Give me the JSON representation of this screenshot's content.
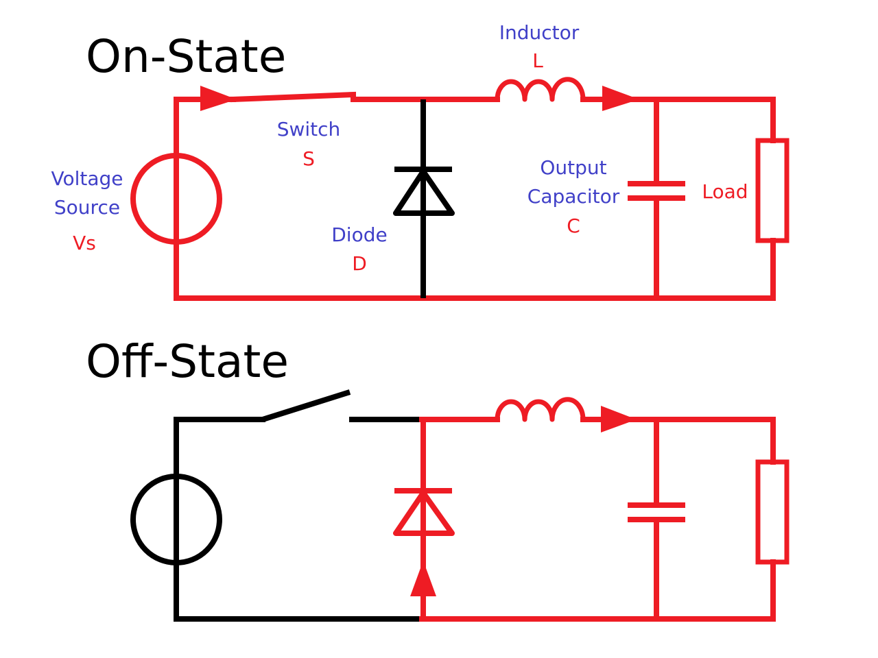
{
  "colors": {
    "active": "#ee1c24",
    "inactive": "#000000",
    "component_name": "#4040c8",
    "component_symbol": "#ee1c24"
  },
  "on_state": {
    "title": "On-State",
    "voltage_source": {
      "name_line1": "Voltage",
      "name_line2": "Source",
      "symbol": "Vs"
    },
    "switch": {
      "name": "Switch",
      "symbol": "S"
    },
    "diode": {
      "name": "Diode",
      "symbol": "D"
    },
    "inductor": {
      "name": "Inductor",
      "symbol": "L"
    },
    "capacitor": {
      "name_line1": "Output",
      "name_line2": "Capacitor",
      "symbol": "C"
    },
    "load": {
      "symbol": "Load"
    }
  },
  "off_state": {
    "title": "Off-State"
  }
}
